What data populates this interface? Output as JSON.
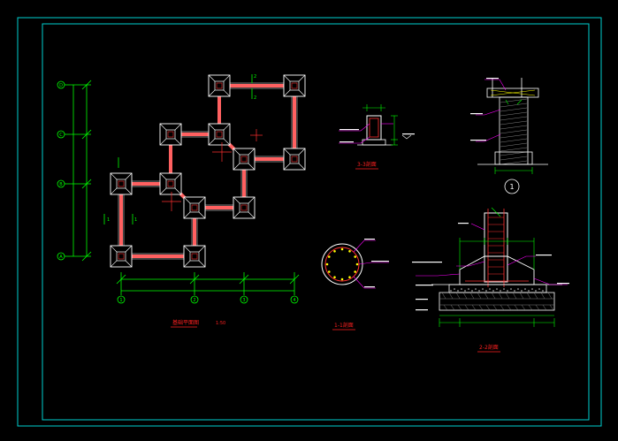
{
  "colors": {
    "background": "#000000",
    "frame": "#00d0d0",
    "lines": "#ffffff",
    "dimension": "#00ff00",
    "axis": "#00ff00",
    "beam": "#ff6060",
    "rebar": "#ff3030",
    "leader": "#ff00ff",
    "title_text": "#ff2020",
    "annotation": "#ffff00",
    "hatch": "#808080"
  },
  "plan": {
    "title": "基础平面图",
    "scale": "1:50",
    "axis_rows": [
      "D",
      "C",
      "B",
      "A"
    ],
    "axis_cols": [
      "1",
      "2",
      "3",
      "4"
    ],
    "section_marks": [
      "1",
      "2",
      "2",
      "1"
    ]
  },
  "section_3": {
    "title": "3-3剖面"
  },
  "detail_1": {
    "title_symbol": "1"
  },
  "section_1": {
    "title": "1-1剖面"
  },
  "section_2": {
    "title": "2-2剖面"
  }
}
